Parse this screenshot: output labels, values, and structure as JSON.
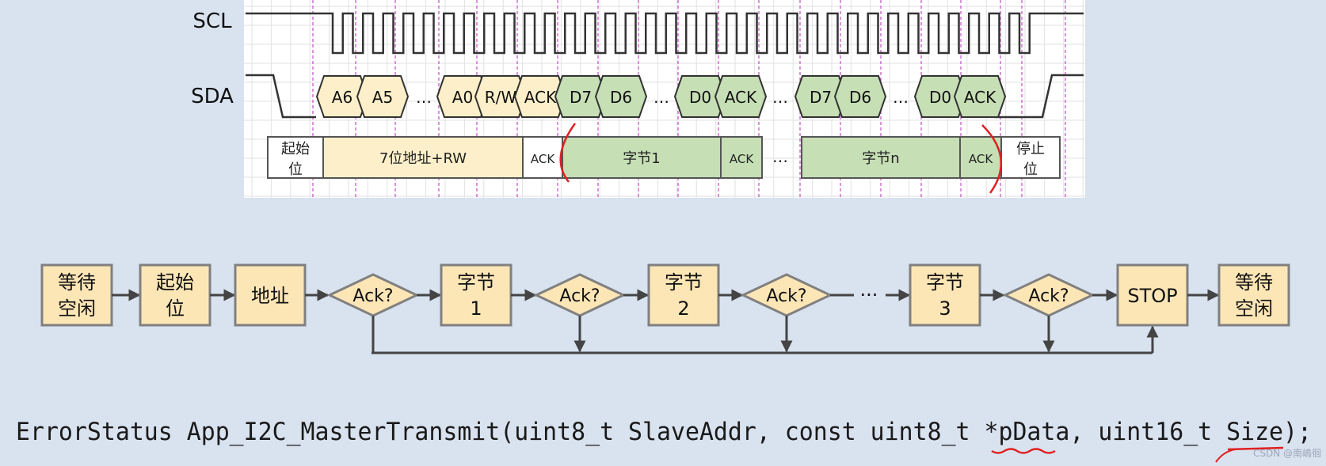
{
  "timing": {
    "scl_label": "SCL",
    "sda_label": "SDA",
    "sda_cells": [
      "A6",
      "A5",
      "…",
      "A0",
      "R/W",
      "ACK",
      "D7",
      "D6",
      "…",
      "D0",
      "ACK",
      "…",
      "D7",
      "D6",
      "…",
      "D0",
      "ACK"
    ],
    "frame": {
      "start_bit": "起始位",
      "address": "7位地址+RW",
      "ack": "ACK",
      "byte1": "字节1",
      "ellipsis": "…",
      "byten": "字节n",
      "stop_bit": "停止位"
    }
  },
  "flow": {
    "wait_idle": "等待空闲",
    "start": "起始位",
    "address": "地址",
    "ack_question": "Ack?",
    "byte1": "字节1",
    "byte2": "字节2",
    "ellipsis": "···",
    "byte3": "字节3",
    "stop": "STOP",
    "wait_idle_end": "等待空闲"
  },
  "code": {
    "signature": "ErrorStatus App_I2C_MasterTransmit(uint8_t SlaveAddr, const uint8_t *pData, uint16_t Size);"
  },
  "watermark": "CSDN @南嶋徊",
  "colors": {
    "timing_bg": "#ffffff",
    "grid": "#dcdcdc",
    "guide": "#c050c0",
    "address_fill": "#fdefc9",
    "data_fill": "#c6dfb5",
    "flow_fill": "#fde6b6",
    "flow_border": "#808080",
    "annotation_red": "#e02020"
  }
}
